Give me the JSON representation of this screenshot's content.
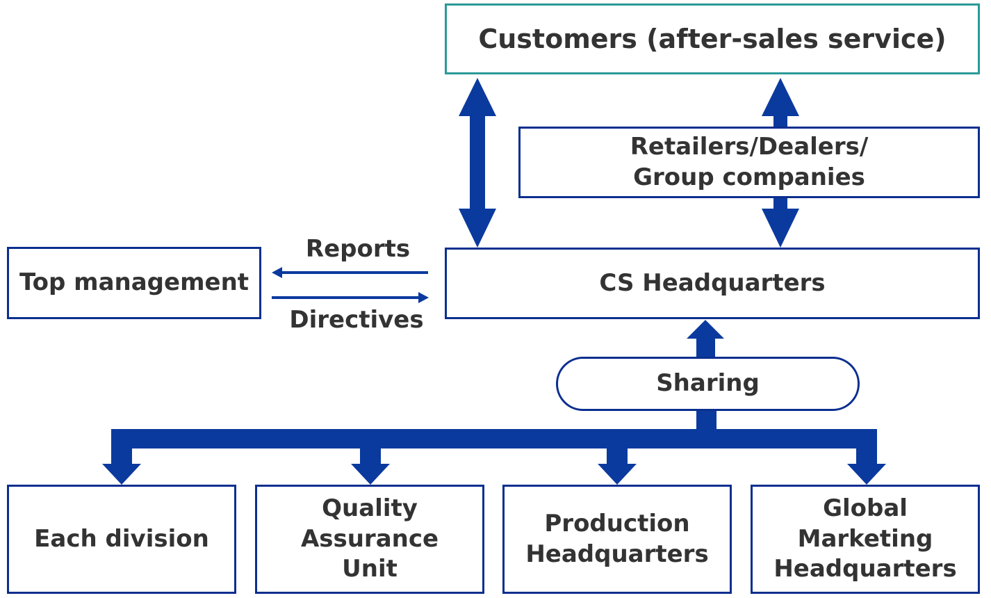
{
  "colors": {
    "arrow": "#0b3a9e",
    "box_border": "#0b2f8f",
    "customer_border": "#2a9a96",
    "text": "#333333"
  },
  "nodes": {
    "customers": "Customers (after-sales service)",
    "retailers_line1": "Retailers/Dealers/",
    "retailers_line2": "Group companies",
    "cs_hq": "CS Headquarters",
    "top_management": "Top management",
    "sharing": "Sharing",
    "each_division": "Each division",
    "qa_line1": "Quality",
    "qa_line2": "Assurance",
    "qa_line3": "Unit",
    "prod_line1": "Production",
    "prod_line2": "Headquarters",
    "gm_line1": "Global",
    "gm_line2": "Marketing",
    "gm_line3": "Headquarters"
  },
  "edges": {
    "reports": "Reports",
    "directives": "Directives"
  }
}
